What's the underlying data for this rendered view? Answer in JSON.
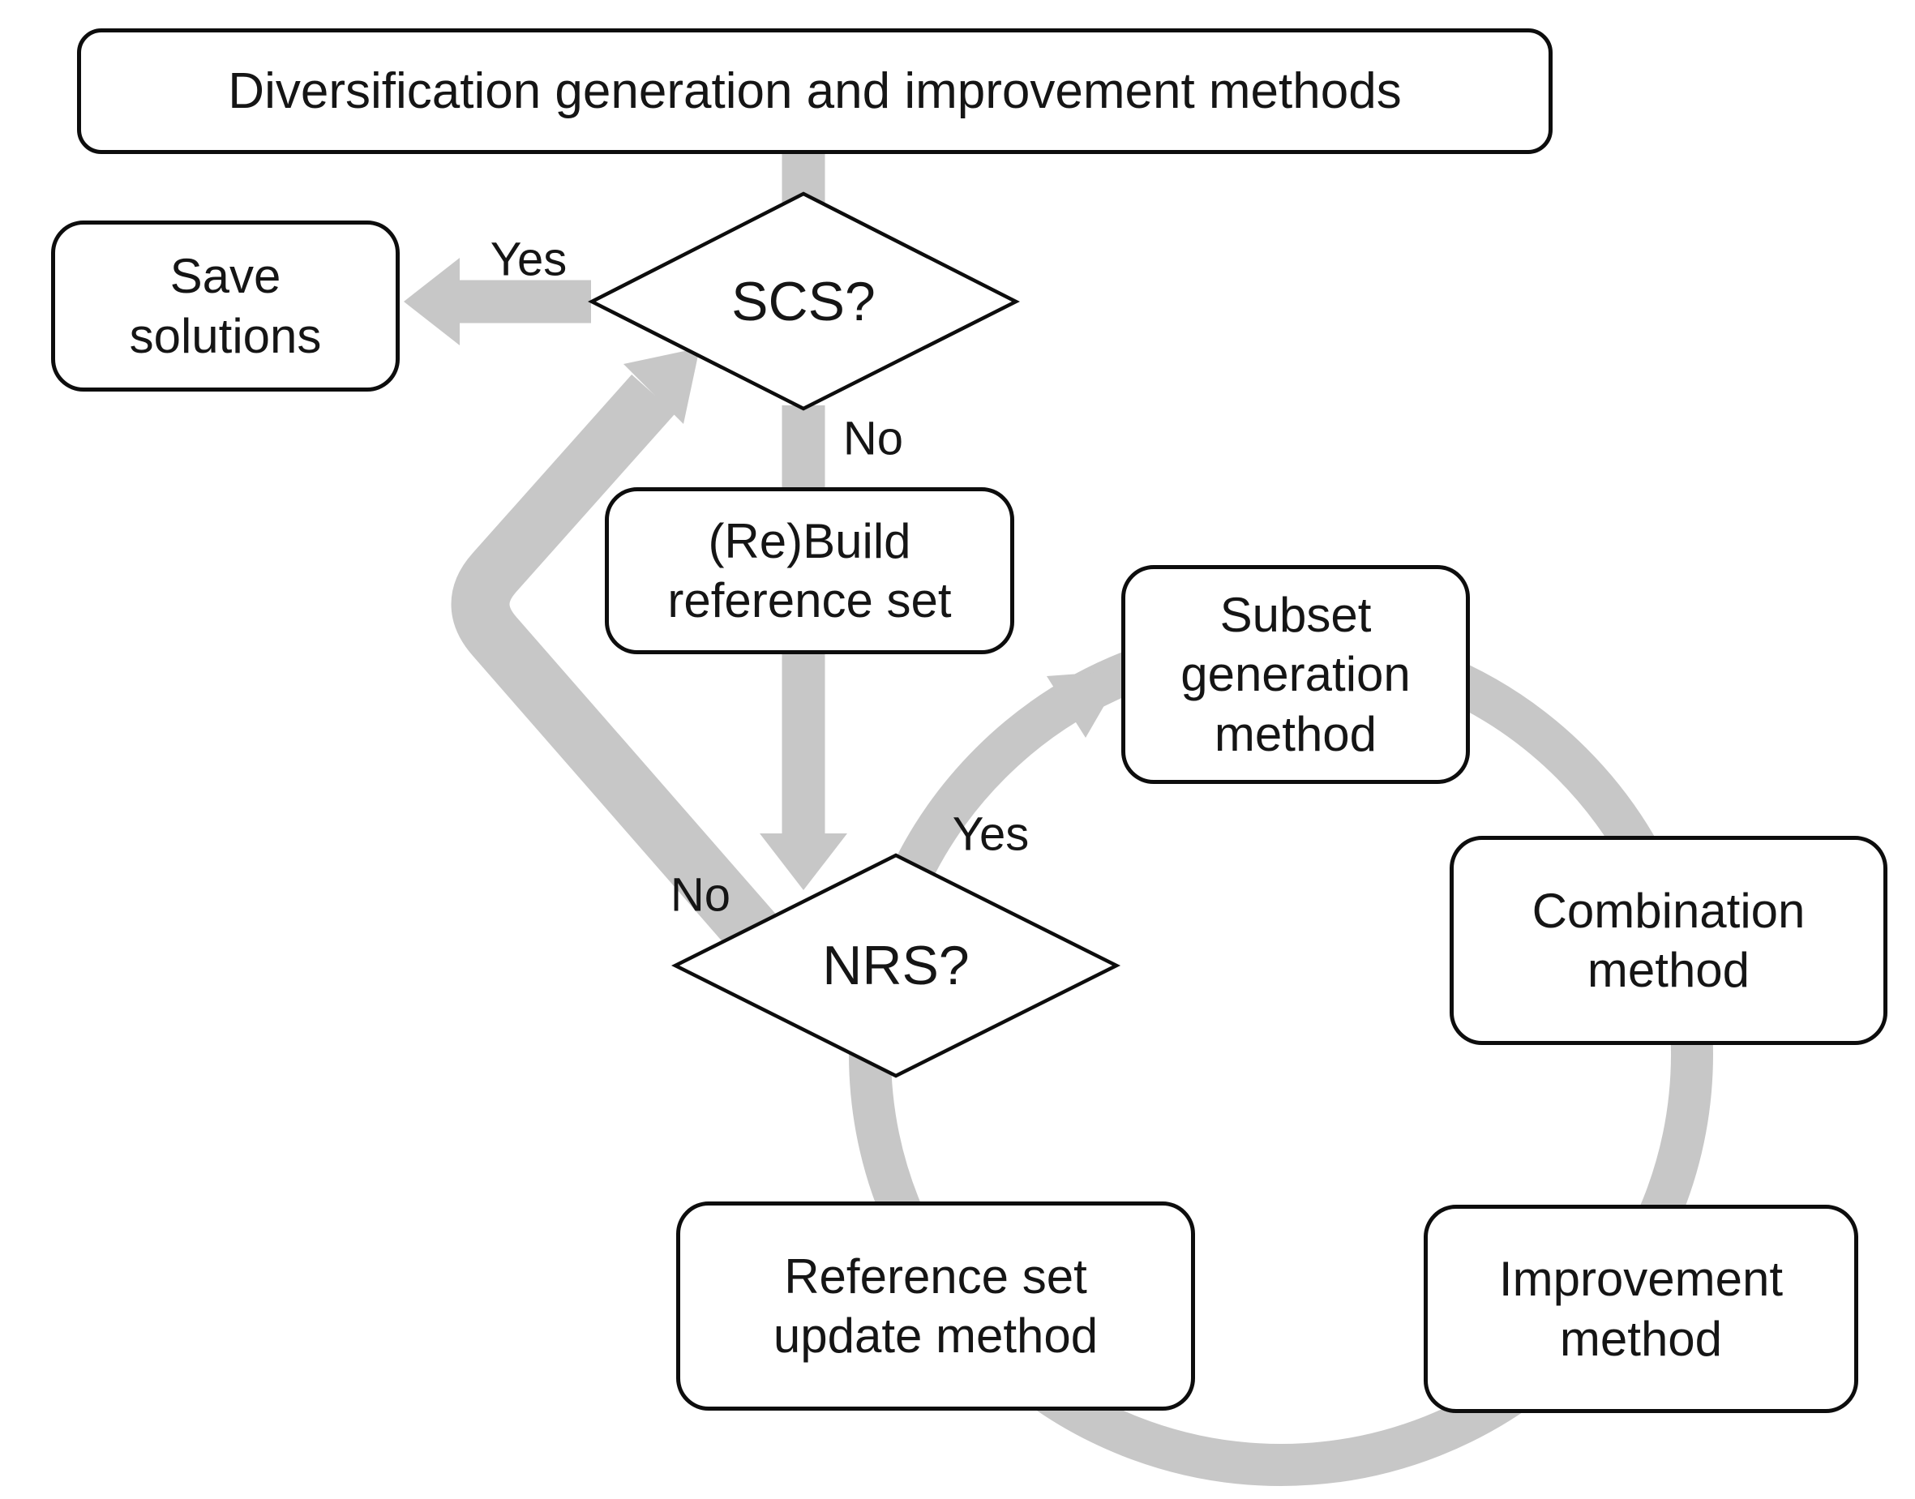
{
  "figure": {
    "type": "flowchart",
    "description": "Scatter search template flow diagram"
  },
  "colors": {
    "arrow_gray": "#c7c7c7",
    "shape_outline": "#0d0d0d",
    "shape_fill": "#ffffff",
    "text": "#151515",
    "background": "#ffffff"
  },
  "nodes": {
    "diversification": {
      "label": "Diversification generation and improvement methods"
    },
    "save_solutions": {
      "lines": [
        "Save",
        "solutions"
      ]
    },
    "scs_decision": {
      "label": "SCS?"
    },
    "rebuild_reference_set": {
      "lines": [
        "(Re)Build",
        "reference set"
      ]
    },
    "nrs_decision": {
      "label": "NRS?"
    },
    "subset_generation": {
      "lines": [
        "Subset",
        "generation",
        "method"
      ]
    },
    "combination": {
      "lines": [
        "Combination",
        "method"
      ]
    },
    "improvement": {
      "lines": [
        "Improvement",
        "method"
      ]
    },
    "reference_set_update": {
      "lines": [
        "Reference set",
        "update method"
      ]
    }
  },
  "edge_labels": {
    "scs_yes": "Yes",
    "scs_no": "No",
    "nrs_yes": "Yes",
    "nrs_no": "No"
  }
}
